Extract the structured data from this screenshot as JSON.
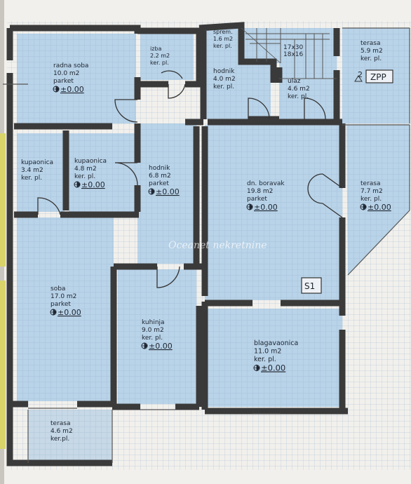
{
  "plan": {
    "paper_color": "#f2f0ec",
    "room_fill": "#b9d3e8",
    "wall_color": "#3a3a3a",
    "grid_color": "#8fb0cc",
    "watermark": "Oceanet nekretnine",
    "stairs_label": "17x30\n18x16",
    "stairs_number": "2",
    "zpp_label": "ZPP",
    "s1_label": "S1",
    "rooms": [
      {
        "id": "radna-soba",
        "name": "radna soba",
        "area": "10.0 m2",
        "floor": "parket",
        "level": "±0.00"
      },
      {
        "id": "izba",
        "name": "izba",
        "area": "2.2 m2",
        "floor": "ker. pl.",
        "level": ""
      },
      {
        "id": "sprem",
        "name": "sprem.",
        "area": "1.6 m2",
        "floor": "ker. pl.",
        "level": ""
      },
      {
        "id": "hodnik-top",
        "name": "hodnik",
        "area": "4.0 m2",
        "floor": "ker. pl.",
        "level": ""
      },
      {
        "id": "ulaz",
        "name": "ulaz",
        "area": "4.6 m2",
        "floor": "ker. pl.",
        "level": ""
      },
      {
        "id": "terasa-top",
        "name": "terasa",
        "area": "5.9 m2",
        "floor": "ker. pl.",
        "level": ""
      },
      {
        "id": "kupaonica-1",
        "name": "kupaonica",
        "area": "3.4 m2",
        "floor": "ker. pl.",
        "level": ""
      },
      {
        "id": "kupaonica-2",
        "name": "kupaonica",
        "area": "4.8 m2",
        "floor": "ker. pl.",
        "level": "±0.00"
      },
      {
        "id": "hodnik-mid",
        "name": "hodnik",
        "area": "6.8 m2",
        "floor": "parket",
        "level": "±0.00"
      },
      {
        "id": "dn-boravak",
        "name": "dn. boravak",
        "area": "19.8 m2",
        "floor": "parket",
        "level": "±0.00"
      },
      {
        "id": "terasa-right",
        "name": "terasa",
        "area": "7.7 m2",
        "floor": "ker. pl.",
        "level": "±0.00"
      },
      {
        "id": "soba",
        "name": "soba",
        "area": "17.0 m2",
        "floor": "parket",
        "level": "±0.00"
      },
      {
        "id": "kuhinja",
        "name": "kuhinja",
        "area": "9.0 m2",
        "floor": "ker. pl.",
        "level": "±0.00"
      },
      {
        "id": "blagavaonica",
        "name": "blagavaonica",
        "area": "11.0 m2",
        "floor": "ker. pl.",
        "level": "±0.00"
      },
      {
        "id": "terasa-bottom",
        "name": "terasa",
        "area": "4.6 m2",
        "floor": "ker.pl.",
        "level": ""
      }
    ]
  }
}
